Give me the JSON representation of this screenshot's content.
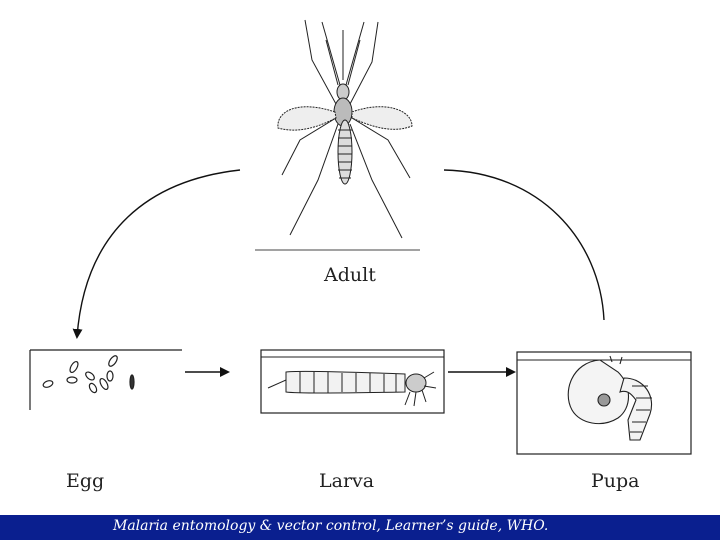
{
  "diagram": {
    "stages": {
      "adult": "Adult",
      "egg": "Egg",
      "larva": "Larva",
      "pupa": "Pupa"
    }
  },
  "footer": {
    "caption": "Malaria entomology & vector control, Learner’s guide, WHO."
  },
  "colors": {
    "footer_background": "#0a1f8f",
    "footer_text": "#ffffff",
    "line": "#111111"
  }
}
